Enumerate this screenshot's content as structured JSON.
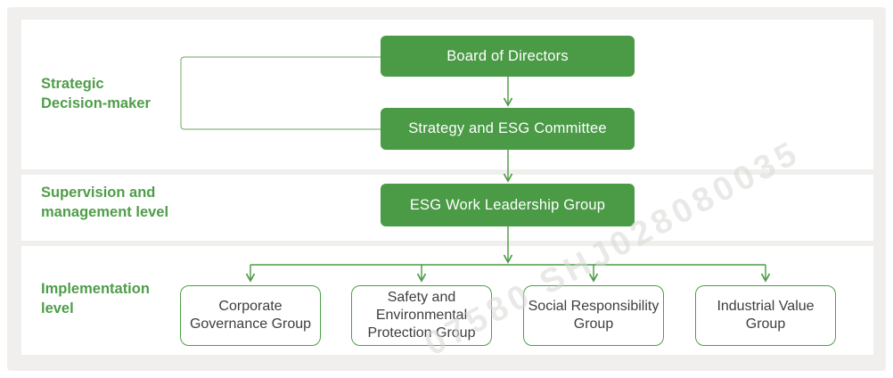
{
  "diagram": {
    "levels": [
      {
        "label": "Strategic\nDecision-maker"
      },
      {
        "label": "Supervision and\nmanagement level"
      },
      {
        "label": "Implementation\nlevel"
      }
    ],
    "nodes": {
      "board": "Board of Directors",
      "committee": "Strategy and ESG Committee",
      "leadership": "ESG Work Leadership Group",
      "groups": [
        "Corporate\nGovernance Group",
        "Safety and\nEnvironmental\nProtection Group",
        "Social Responsibility\nGroup",
        "Industrial Value\nGroup"
      ]
    },
    "edges": [
      [
        "Board of Directors",
        "Strategy and ESG Committee"
      ],
      [
        "Strategy and ESG Committee",
        "ESG Work Leadership Group"
      ],
      [
        "ESG Work Leadership Group",
        "Corporate Governance Group"
      ],
      [
        "ESG Work Leadership Group",
        "Safety and Environmental Protection Group"
      ],
      [
        "ESG Work Leadership Group",
        "Social Responsibility Group"
      ],
      [
        "ESG Work Leadership Group",
        "Industrial Value Group"
      ]
    ]
  },
  "watermark": {
    "text": "07580 SHJ028080035"
  },
  "colors": {
    "green_fill": "#4a9a46",
    "green_line": "#4a9a45",
    "bracket_line": "#8ab77d",
    "green_text": "#4f9d49",
    "box_border": "#4ca145",
    "dark_text": "#3e3e3e",
    "panel_bg": "#f0efed",
    "band_bg": "#ffffff",
    "watermark_color": "#d8d8d5"
  }
}
